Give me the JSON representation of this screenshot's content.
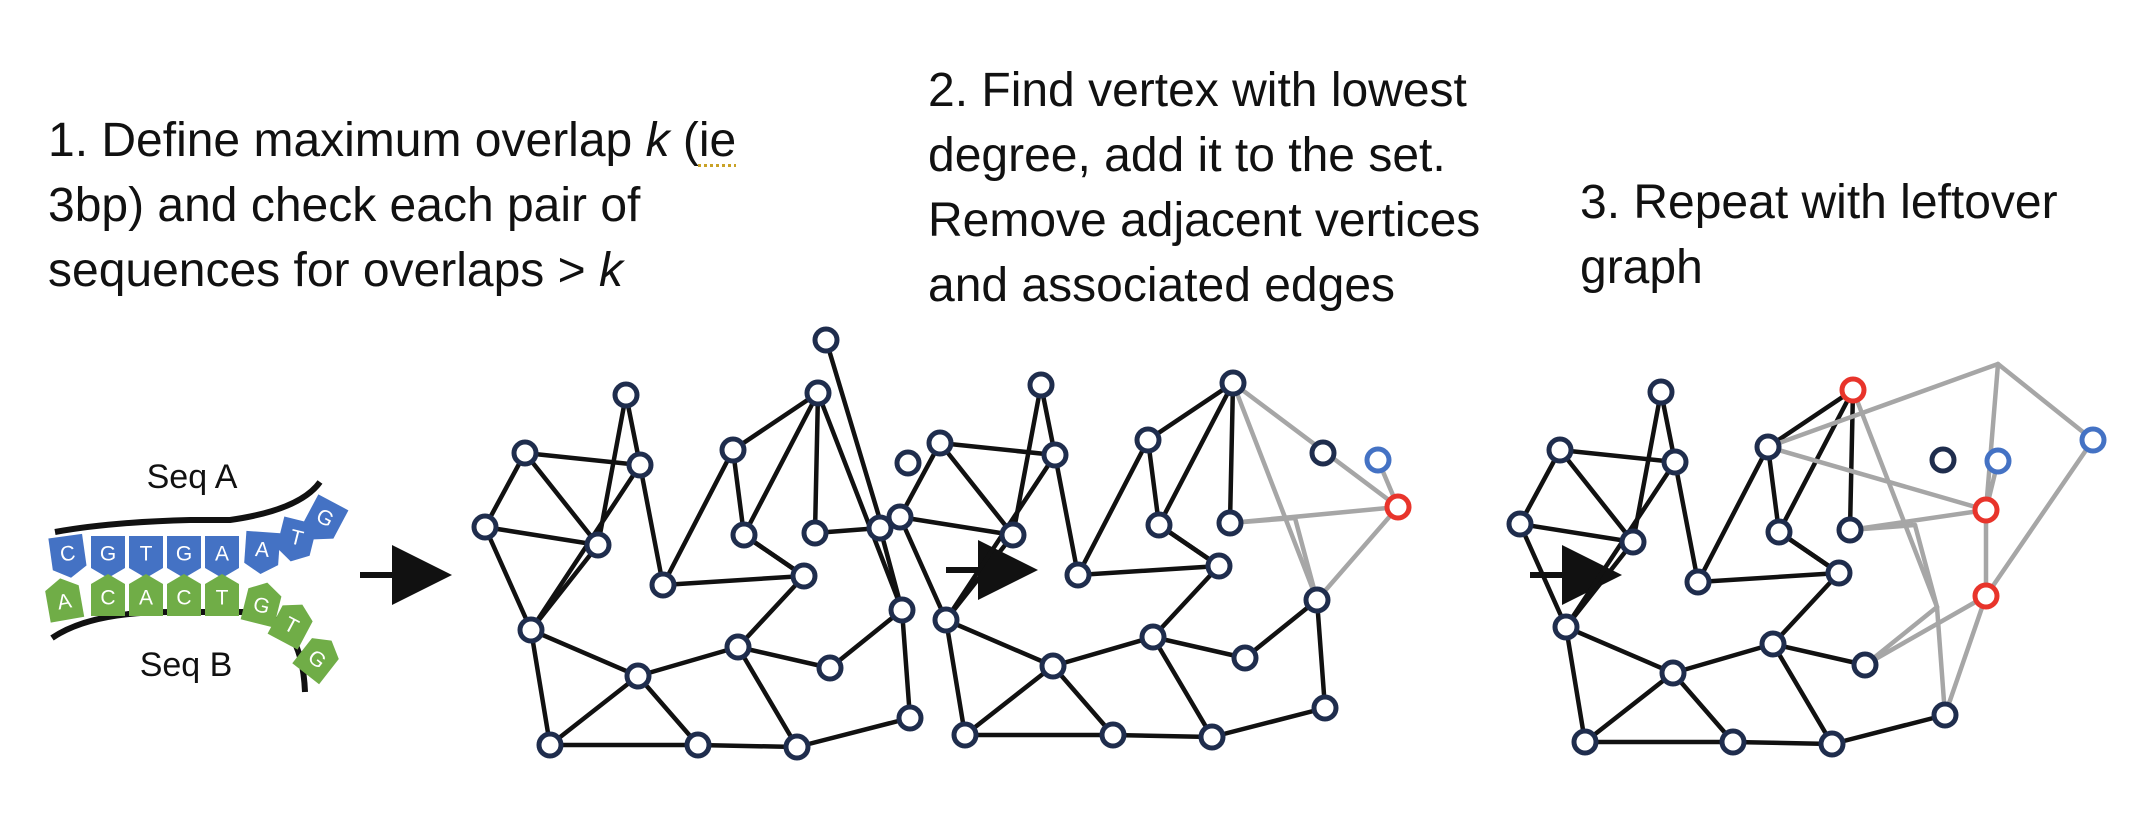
{
  "steps": [
    {
      "lines": [
        {
          "parts": [
            "1. Define maximum overlap ",
            "k",
            " (",
            "ie",
            ""
          ]
        },
        {
          "parts": [
            "3bp) and check each pair of",
            "",
            "",
            "",
            ""
          ]
        },
        {
          "parts": [
            "sequences for overlaps > ",
            "k",
            "",
            "",
            ""
          ]
        }
      ]
    },
    {
      "lines": [
        {
          "text": "2. Find vertex with lowest"
        },
        {
          "text": "degree, add it to the set."
        },
        {
          "text": "Remove adjacent vertices"
        },
        {
          "text": "and associated edges"
        }
      ]
    },
    {
      "lines": [
        {
          "text": "3. Repeat with leftover"
        },
        {
          "text": "graph"
        }
      ]
    }
  ],
  "sequences": {
    "seq_a_label": "Seq A",
    "seq_b_label": "Seq B",
    "seq_a_bases": [
      "C",
      "G",
      "T",
      "G",
      "A",
      "A",
      "T",
      "G"
    ],
    "seq_b_bases": [
      "A",
      "C",
      "A",
      "C",
      "T",
      "G",
      "T",
      "G"
    ]
  },
  "colors": {
    "node_stroke": "#1f2d4d",
    "edge": "#111111",
    "removed_edge": "#a6a6a6",
    "selected_vertex": "#e8342b",
    "adjacent_vertex": "#4472c4",
    "seq_a_fill": "#4472c4",
    "seq_b_fill": "#70ad47"
  }
}
